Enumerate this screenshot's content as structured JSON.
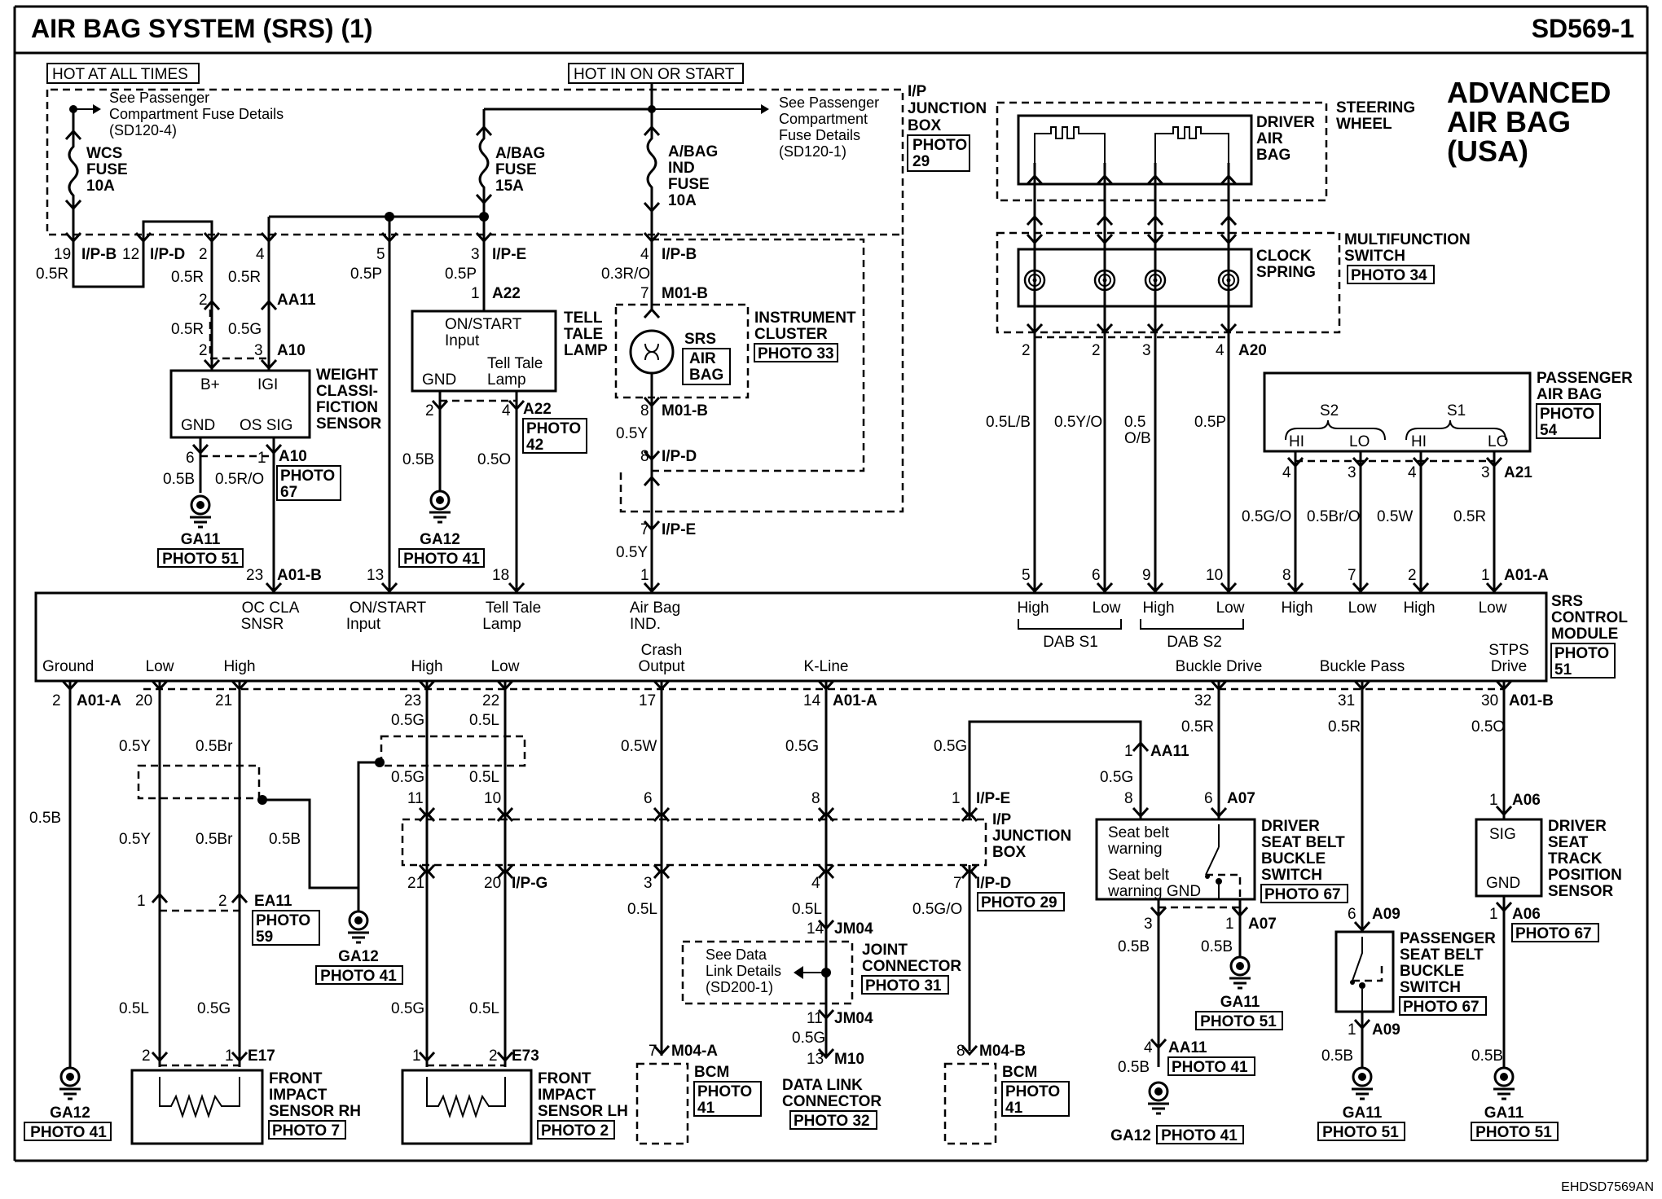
{
  "header": {
    "title": "AIR BAG SYSTEM (SRS) (1)",
    "code": "SD569-1"
  },
  "advanced": [
    "ADVANCED",
    "AIR BAG",
    "(USA)"
  ],
  "footer_code": "EHDSD7569AN",
  "top": {
    "hot_always": "HOT AT ALL TIMES",
    "hot_on": "HOT IN ON OR START",
    "see_left": [
      "See Passenger",
      "Compartment Fuse Details",
      "(SD120-4)"
    ],
    "see_right": [
      "See Passenger",
      "Compartment",
      "Fuse Details",
      "(SD120-1)"
    ],
    "ipjb": [
      "I/P",
      "JUNCTION",
      "BOX"
    ],
    "ipjb_photo": [
      "PHOTO",
      "29"
    ],
    "fuses": [
      {
        "lines": [
          "WCS",
          "FUSE",
          "10A"
        ]
      },
      {
        "lines": [
          "A/BAG",
          "FUSE",
          "15A"
        ]
      },
      {
        "lines": [
          "A/BAG",
          "IND",
          "FUSE",
          "10A"
        ]
      }
    ]
  },
  "pins_top": [
    "19",
    "12",
    "2",
    "4",
    "5",
    "3",
    "4",
    "2",
    "2",
    "3",
    "2",
    "1",
    "6",
    "1",
    "4",
    "7",
    "8",
    "8",
    "7",
    "23",
    "13",
    "18",
    "1",
    "2",
    "4",
    "1",
    "2",
    "3",
    "4",
    "5",
    "6",
    "9",
    "10",
    "8",
    "7",
    "4",
    "3",
    "4",
    "3",
    "2",
    "1"
  ],
  "conn_top": [
    "I/P-B",
    "I/P-D",
    "I/P-E",
    "I/P-B",
    "AA11",
    "A10",
    "A10",
    "A22",
    "A22",
    "M01-B",
    "M01-B",
    "I/P-D",
    "I/P-E",
    "A01-B",
    "A20",
    "A21",
    "A01-A"
  ],
  "wires_top": [
    "0.5R",
    "0.5R",
    "0.5R",
    "0.5P",
    "0.5P",
    "0.3R/O",
    "0.5R",
    "0.5G",
    "0.5B",
    "0.5R/O",
    "0.5B",
    "0.5O",
    "0.5Y",
    "0.5Y",
    "0.5L/B",
    "0.5Y/O",
    "0.5",
    "O/B",
    "0.5P",
    "0.5G/O",
    "0.5Br/O",
    "0.5W",
    "0.5R"
  ],
  "components_top": {
    "weight": {
      "label": [
        "WEIGHT",
        "CLASSI-",
        "FICTION",
        "SENSOR"
      ],
      "pins": [
        "B+",
        "IGI",
        "GND",
        "OS SIG"
      ],
      "photo": [
        "PHOTO",
        "67"
      ]
    },
    "tell": {
      "label": [
        "TELL",
        "TALE",
        "LAMP"
      ],
      "inner": [
        "ON/START",
        "Input",
        "Tell Tale",
        "Lamp",
        "GND"
      ],
      "photo": [
        "PHOTO",
        "42"
      ]
    },
    "cluster": {
      "label": [
        "INSTRUMENT",
        "CLUSTER"
      ],
      "srs": "SRS",
      "airbag": [
        "AIR",
        "BAG"
      ],
      "photo": "PHOTO 33"
    },
    "steering": {
      "label": [
        "STEERING",
        "WHEEL"
      ],
      "driver": [
        "DRIVER",
        "AIR",
        "BAG"
      ]
    },
    "clock": {
      "label": [
        "CLOCK",
        "SPRING"
      ],
      "multi": [
        "MULTIFUNCTION",
        "SWITCH"
      ],
      "photo": "PHOTO 34"
    },
    "pab": {
      "label": [
        "PASSENGER",
        "AIR BAG"
      ],
      "photo": [
        "PHOTO",
        "54"
      ],
      "s": [
        "S2",
        "S1"
      ],
      "hl": [
        "HI",
        "LO",
        "HI",
        "LO"
      ]
    },
    "grounds": [
      {
        "name": "GA11",
        "photo": "PHOTO 51"
      },
      {
        "name": "GA12",
        "photo": "PHOTO 41"
      }
    ]
  },
  "module": {
    "label": [
      "SRS",
      "CONTROL",
      "MODULE"
    ],
    "photo": [
      "PHOTO",
      "51"
    ],
    "top_labels": [
      "OC CLA",
      "SNSR",
      "ON/START",
      "Input",
      "Tell Tale",
      "Lamp",
      "Air Bag",
      "IND.",
      "High",
      "Low",
      "High",
      "Low",
      "DAB S1",
      "DAB S2",
      "High",
      "Low",
      "High",
      "Low"
    ],
    "bottom_labels": [
      "Ground",
      "Low",
      "High",
      "High",
      "Low",
      "Crash",
      "Output",
      "K-Line",
      "Buckle Drive",
      "Buckle Pass",
      "STPS",
      "Drive"
    ]
  },
  "pins_bot": [
    "2",
    "20",
    "21",
    "23",
    "22",
    "17",
    "14",
    "32",
    "31",
    "30",
    "1",
    "8",
    "6",
    "1",
    "11",
    "10",
    "6",
    "8",
    "1",
    "21",
    "20",
    "3",
    "4",
    "7",
    "1",
    "2",
    "14",
    "11",
    "13",
    "7",
    "8",
    "3",
    "1",
    "4",
    "6",
    "1",
    "1",
    "2",
    "2",
    "1",
    "1",
    "2"
  ],
  "conn_bot": [
    "A01-A",
    "A01-A",
    "A01-B",
    "AA11",
    "A07",
    "A06",
    "I/P-E",
    "I/P-G",
    "I/P-D",
    "EA11",
    "JM04",
    "JM04",
    "M10",
    "M04-A",
    "M04-B",
    "A07",
    "AA11",
    "A09",
    "A09",
    "A06",
    "E17",
    "E73"
  ],
  "wires_bot": [
    "0.5B",
    "0.5Y",
    "0.5Br",
    "0.5G",
    "0.5L",
    "0.5G",
    "0.5L",
    "0.5W",
    "0.5G",
    "0.5G",
    "0.5R",
    "0.5G",
    "0.5R",
    "0.5O",
    "0.5Y",
    "0.5Br",
    "0.5B",
    "0.5B",
    "0.5L",
    "0.5G/O",
    "0.5G",
    "0.5L",
    "0.5L",
    "0.5G",
    "0.5G",
    "0.5L",
    "0.5L",
    "0.5B",
    "0.5B",
    "0.5B",
    "0.5B",
    "0.5B",
    "0.5G",
    "0.5L"
  ],
  "components_bot": {
    "ipjb2": [
      "I/P",
      "JUNCTION",
      "BOX"
    ],
    "ipjb2_photo": "PHOTO 29",
    "photo59": [
      "PHOTO",
      "59"
    ],
    "ga12_mid": {
      "name": "GA12",
      "photo": "PHOTO 41"
    },
    "joint": {
      "label": [
        "JOINT",
        "CONNECTOR"
      ],
      "photo": "PHOTO 31",
      "see": [
        "See Data",
        "Link Details",
        "(SD200-1)"
      ]
    },
    "dlc": {
      "label": [
        "DATA LINK",
        "CONNECTOR"
      ],
      "photo": "PHOTO 32"
    },
    "bcm": {
      "label": "BCM",
      "photo": [
        "PHOTO",
        "41"
      ]
    },
    "dsbs": {
      "label": [
        "DRIVER",
        "SEAT BELT",
        "BUCKLE",
        "SWITCH"
      ],
      "photo": "PHOTO 67",
      "inner": [
        "Seat belt",
        "warning",
        "Seat belt",
        "warning GND"
      ]
    },
    "psbs": {
      "label": [
        "PASSENGER",
        "SEAT BELT",
        "BUCKLE",
        "SWITCH"
      ],
      "photo": "PHOTO 67"
    },
    "stps": {
      "label": [
        "DRIVER",
        "SEAT",
        "TRACK",
        "POSITION",
        "SENSOR"
      ],
      "pins": [
        "SIG",
        "GND"
      ],
      "photo": "PHOTO 67"
    },
    "fis_rh": {
      "label": [
        "FRONT",
        "IMPACT",
        "SENSOR RH"
      ],
      "photo": "PHOTO 7"
    },
    "fis_lh": {
      "label": [
        "FRONT",
        "IMPACT",
        "SENSOR LH"
      ],
      "photo": "PHOTO 2"
    },
    "grounds": [
      {
        "name": "GA12",
        "photo": "PHOTO 41"
      },
      {
        "name": "GA11",
        "photo": "PHOTO 51"
      },
      {
        "name": "GA12",
        "photo": "PHOTO 41"
      },
      {
        "name": "GA11",
        "photo": "PHOTO 51"
      },
      {
        "name": "GA11",
        "photo": "PHOTO 51"
      }
    ]
  }
}
